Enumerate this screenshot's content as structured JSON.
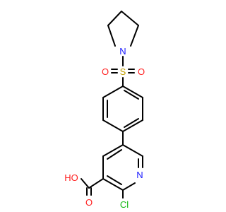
{
  "molecule": {
    "atoms": {
      "n_pyrrolidine": "N",
      "s_sulfonyl": "S",
      "o_sulfonyl_left": "O",
      "o_sulfonyl_right": "O",
      "n_pyridine": "N",
      "cl": "Cl",
      "o_carbonyl": "O",
      "ho_hydroxyl": "HO"
    },
    "colors": {
      "bond": "#000000",
      "nitrogen": "#1a1aff",
      "sulfur": "#c2a000",
      "oxygen": "#ff2020",
      "chlorine": "#14b814"
    }
  }
}
